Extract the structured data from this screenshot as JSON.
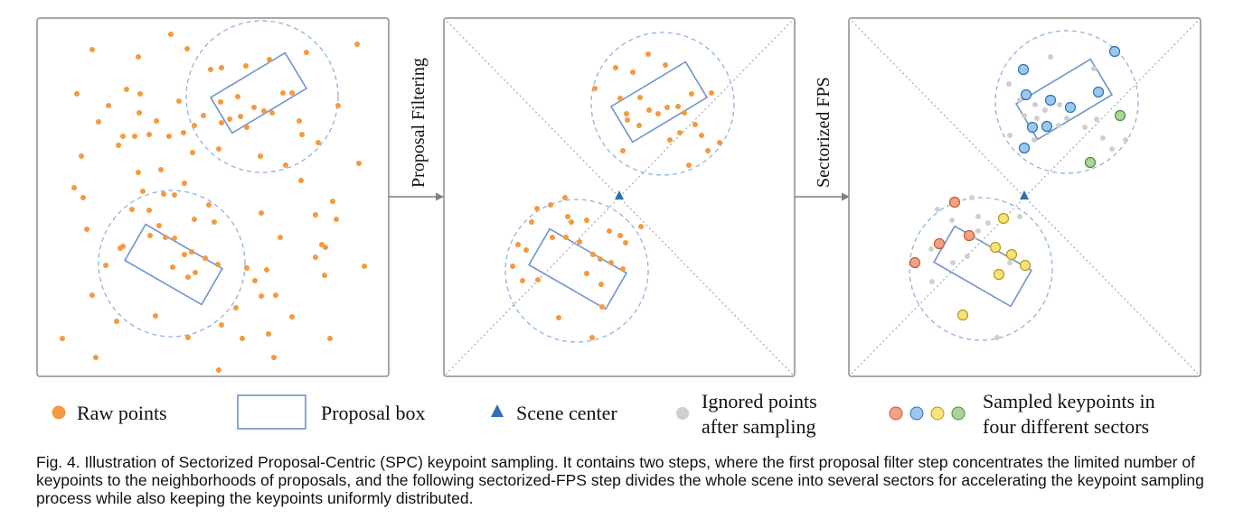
{
  "steps": [
    {
      "label": "Proposal Filtering"
    },
    {
      "label": "Sectorized FPS"
    }
  ],
  "legend": {
    "raw_points": "Raw points",
    "proposal_box": "Proposal box",
    "scene_center": "Scene center",
    "ignored_line1": "Ignored points",
    "ignored_line2": "after sampling",
    "sampled_line1": "Sampled keypoints in",
    "sampled_line2": "four different sectors"
  },
  "caption": "Fig. 4. Illustration of Sectorized Proposal-Centric (SPC) keypoint sampling. It contains two steps, where the first proposal filter step concentrates the limited number of keypoints to the neighborhoods of proposals, and the following sectorized-FPS step divides the whole scene into several sectors for accelerating the keypoint sampling process while also keeping the keypoints uniformly distributed.",
  "colors": {
    "raw_point": "#f39a3e",
    "proposal_box": "#6f93cc",
    "scene_center": "#2f6fb5",
    "ignored_point": "#cfcfcf",
    "sector_red": "#f4a184",
    "sector_blue": "#9cc7ec",
    "sector_yellow": "#f8e27a",
    "sector_green": "#a9d59a"
  }
}
